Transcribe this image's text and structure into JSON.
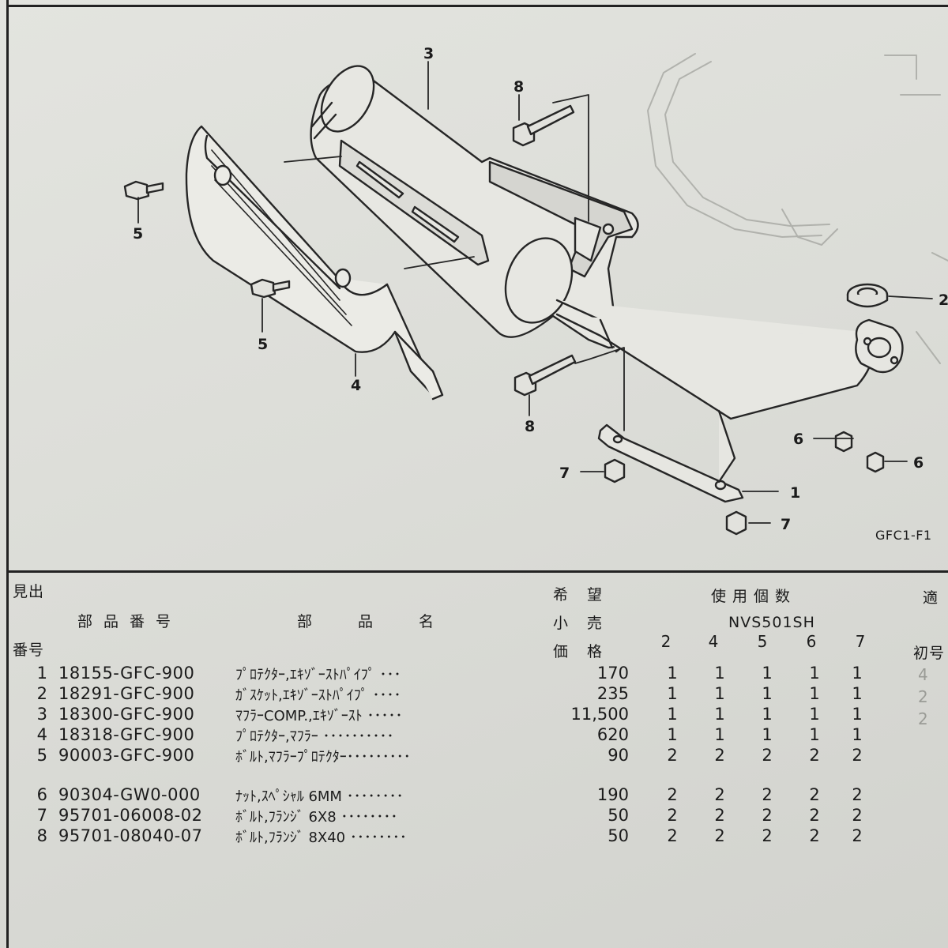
{
  "diagram": {
    "callouts": [
      "1",
      "2",
      "3",
      "4",
      "5",
      "5",
      "6",
      "6",
      "7",
      "7",
      "8",
      "8"
    ],
    "figure_code": "GFC1-F1"
  },
  "table": {
    "headers": {
      "ref_no_top": "見出",
      "ref_no_bottom": "番号",
      "part_number": "部品番号",
      "part_name": "部品名",
      "price_1": "希望",
      "price_2": "小売",
      "price_3": "価格",
      "qty_title": "使用個数",
      "model": "NVS501SH",
      "applic": "適",
      "first_no": "初号"
    },
    "qty_columns": [
      "2",
      "4",
      "5",
      "6",
      "7"
    ],
    "rows": [
      {
        "ref": "1",
        "part_no": "18155-GFC-900",
        "name": "ﾌﾟﾛﾃｸﾀｰ,ｴｷｿﾞｰｽﾄﾊﾟｲﾌﾟ   ･･･",
        "price": "170",
        "qty": [
          "1",
          "1",
          "1",
          "1",
          "1"
        ]
      },
      {
        "ref": "2",
        "part_no": "18291-GFC-900",
        "name": "ｶﾞｽｹｯﾄ,ｴｷｿﾞｰｽﾄﾊﾟｲﾌﾟ  ････",
        "price": "235",
        "qty": [
          "1",
          "1",
          "1",
          "1",
          "1"
        ]
      },
      {
        "ref": "3",
        "part_no": "18300-GFC-900",
        "name": "ﾏﾌﾗｰCOMP.,ｴｷｿﾞｰｽﾄ  ･････",
        "price": "11,500",
        "qty": [
          "1",
          "1",
          "1",
          "1",
          "1"
        ]
      },
      {
        "ref": "4",
        "part_no": "18318-GFC-900",
        "name": "ﾌﾟﾛﾃｸﾀｰ,ﾏﾌﾗｰ  ･･････････",
        "price": "620",
        "qty": [
          "1",
          "1",
          "1",
          "1",
          "1"
        ]
      },
      {
        "ref": "5",
        "part_no": "90003-GFC-900",
        "name": "ﾎﾞﾙﾄ,ﾏﾌﾗｰﾌﾟﾛﾃｸﾀｰ･････････",
        "price": "90",
        "qty": [
          "2",
          "2",
          "2",
          "2",
          "2"
        ]
      },
      {
        "ref": "6",
        "part_no": "90304-GW0-000",
        "name": "ﾅｯﾄ,ｽﾍﾟｼｬﾙ 6MM  ････････",
        "price": "190",
        "qty": [
          "2",
          "2",
          "2",
          "2",
          "2"
        ]
      },
      {
        "ref": "7",
        "part_no": "95701-06008-02",
        "name": "ﾎﾞﾙﾄ,ﾌﾗﾝｼﾞ 6X8  ････････",
        "price": "50",
        "qty": [
          "2",
          "2",
          "2",
          "2",
          "2"
        ]
      },
      {
        "ref": "8",
        "part_no": "95701-08040-07",
        "name": "ﾎﾞﾙﾄ,ﾌﾗﾝｼﾞ 8X40 ････････",
        "price": "50",
        "qty": [
          "2",
          "2",
          "2",
          "2",
          "2"
        ]
      }
    ],
    "bleed_through": [
      "4",
      "2",
      "2"
    ]
  }
}
